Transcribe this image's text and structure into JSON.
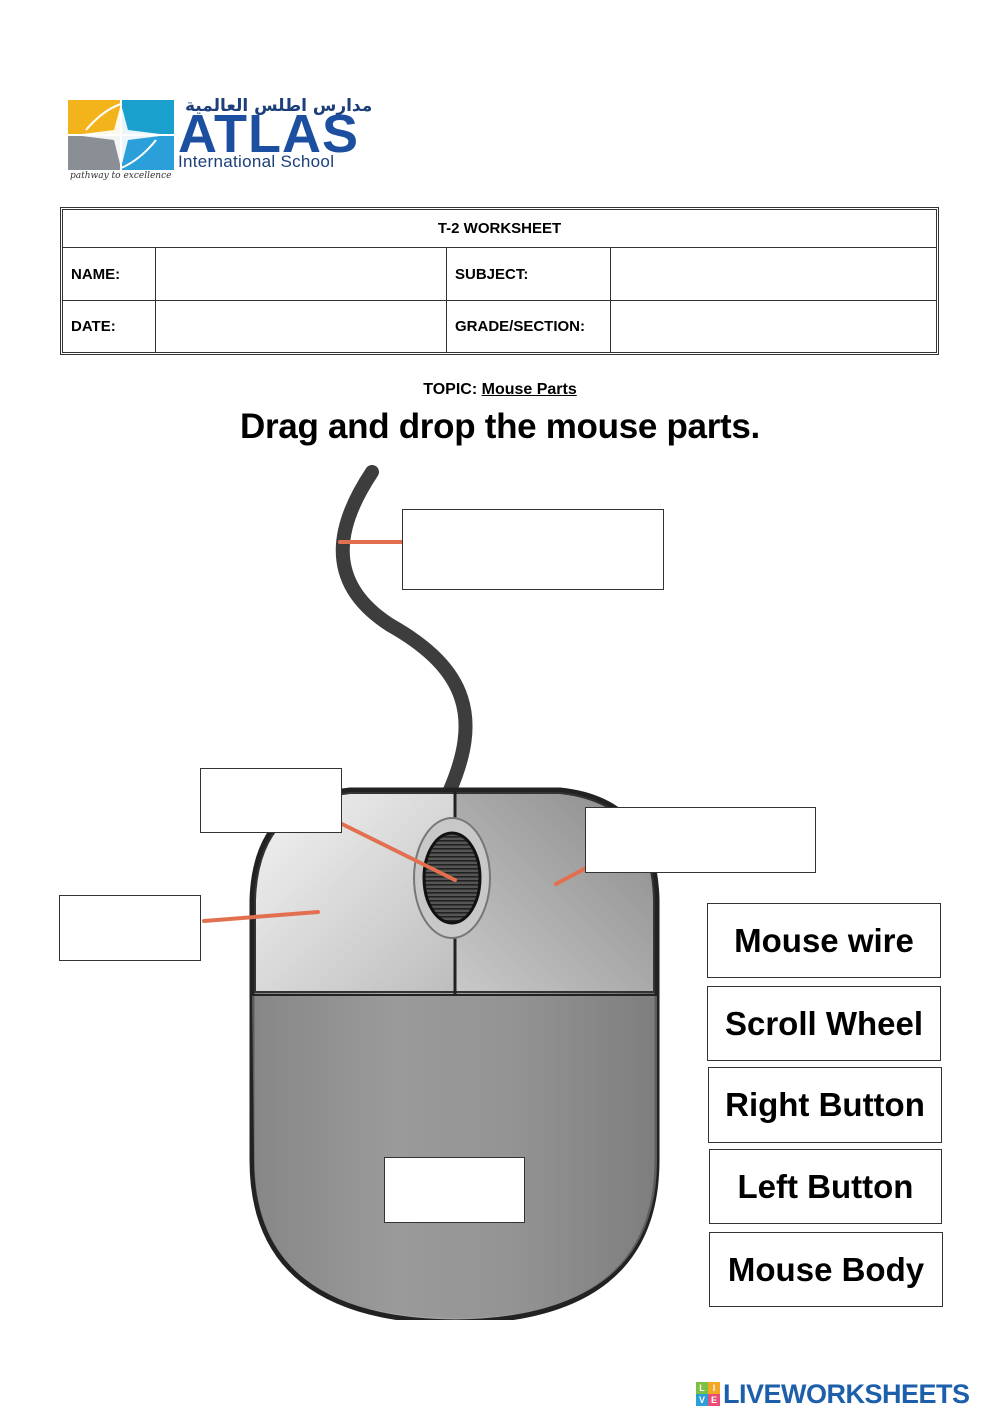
{
  "logo": {
    "arabic_name": "مدارس اطلس العالمية",
    "name": "ATLAS",
    "subtitle": "International School",
    "tagline": "pathway to excellence"
  },
  "header_table": {
    "title": "T-2 WORKSHEET",
    "name_label": "NAME:",
    "subject_label": "SUBJECT:",
    "date_label": "DATE:",
    "grade_label": "GRADE/SECTION:"
  },
  "topic": {
    "label": "TOPIC: ",
    "value": "Mouse Parts"
  },
  "instruction": "Drag and drop the mouse parts.",
  "labels": [
    "Mouse wire",
    "Scroll Wheel",
    "Right Button",
    "Left Button",
    "Mouse Body"
  ],
  "footer": {
    "brand": "LIVEWORKSHEETS",
    "icon_letters": [
      "L",
      "I",
      "V",
      "E"
    ]
  },
  "colors": {
    "pointer_line": "#e2704f",
    "brand_blue": "#1d5faa",
    "mouse_dark": "#3a3a3a"
  }
}
